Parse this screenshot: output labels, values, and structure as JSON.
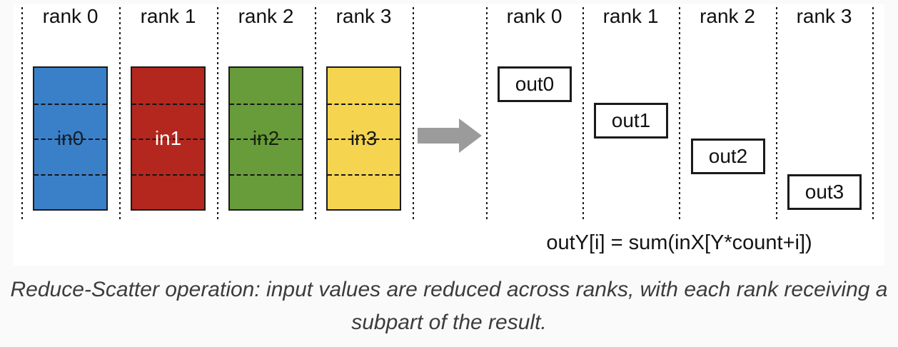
{
  "figure": {
    "input_section": {
      "rank_labels": [
        "rank 0",
        "rank 1",
        "rank 2",
        "rank 3"
      ],
      "blocks": [
        {
          "label": "in0",
          "fill": "#3a80c9",
          "text_color": "#16202a"
        },
        {
          "label": "in1",
          "fill": "#b3271e",
          "text_color": "#ffffff"
        },
        {
          "label": "in2",
          "fill": "#689b3a",
          "text_color": "#17220e"
        },
        {
          "label": "in3",
          "fill": "#f5d44f",
          "text_color": "#1a1a1a"
        }
      ],
      "segments_per_block": 4
    },
    "arrow": {
      "direction": "right",
      "color": "#9b9b9b"
    },
    "output_section": {
      "rank_labels": [
        "rank 0",
        "rank 1",
        "rank 2",
        "rank 3"
      ],
      "out_boxes": [
        "out0",
        "out1",
        "out2",
        "out3"
      ]
    },
    "formula": "outY[i] = sum(inX[Y*count+i])"
  },
  "caption": {
    "line1": "Reduce-Scatter operation: input values are reduced across ranks, with each rank receiving a",
    "line2": "subpart of the result."
  },
  "colors": {
    "separator": "#1a1a1a",
    "block_border": "#1a1a1a",
    "out_box_border": "#1a1a1a",
    "label_text": "#111111",
    "formula_text": "#141414",
    "caption_text": "#3c3c3c",
    "page_background": "#fafafa",
    "figure_background": "#ffffff"
  }
}
